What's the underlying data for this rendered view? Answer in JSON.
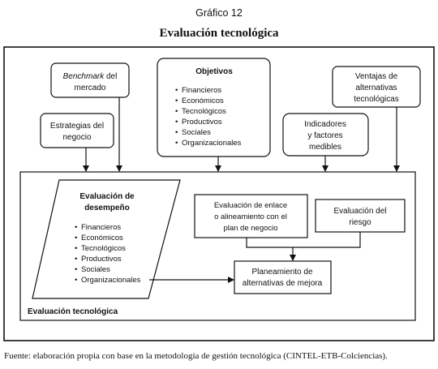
{
  "header": {
    "caption_label": "Gráfico 12",
    "title": "Evaluación tecnológica"
  },
  "boxes": {
    "benchmark": {
      "line1_italic": "Benchmark",
      "line1_rest": " del",
      "line2": "mercado"
    },
    "estrategias": {
      "line1": "Estrategias del",
      "line2": "negocio"
    },
    "objetivos": {
      "title": "Objetivos",
      "items": [
        "Financieros",
        "Económicos",
        "Tecnológicos",
        "Productivos",
        "Sociales",
        "Organizacionales"
      ]
    },
    "indicadores": {
      "line1": "Indicadores",
      "line2": "y factores",
      "line3": "medibles"
    },
    "ventajas": {
      "line1": "Ventajas de",
      "line2": "alternativas",
      "line3": "tecnológicas"
    },
    "desempeno": {
      "title_line1": "Evaluación de",
      "title_line2": "desempeño",
      "items": [
        "Financieros",
        "Económicos",
        "Tecnológicos",
        "Productivos",
        "Sociales",
        "Organizacionales"
      ]
    },
    "enlace": {
      "line1": "Evaluación de enlace",
      "line2": "o alineamiento con el",
      "line3": "plan de negocio"
    },
    "riesgo": {
      "line1": "Evaluación del",
      "line2": "riesgo"
    },
    "planeamiento": {
      "line1": "Planeamiento de",
      "line2": "alternativas de mejora"
    },
    "inner_label": "Evaluación tecnológica"
  },
  "footer": {
    "source": "Fuente: elaboración propia con base en la metodología de gestión tecnológica (CINTEL-ETB-Colciencias)."
  }
}
